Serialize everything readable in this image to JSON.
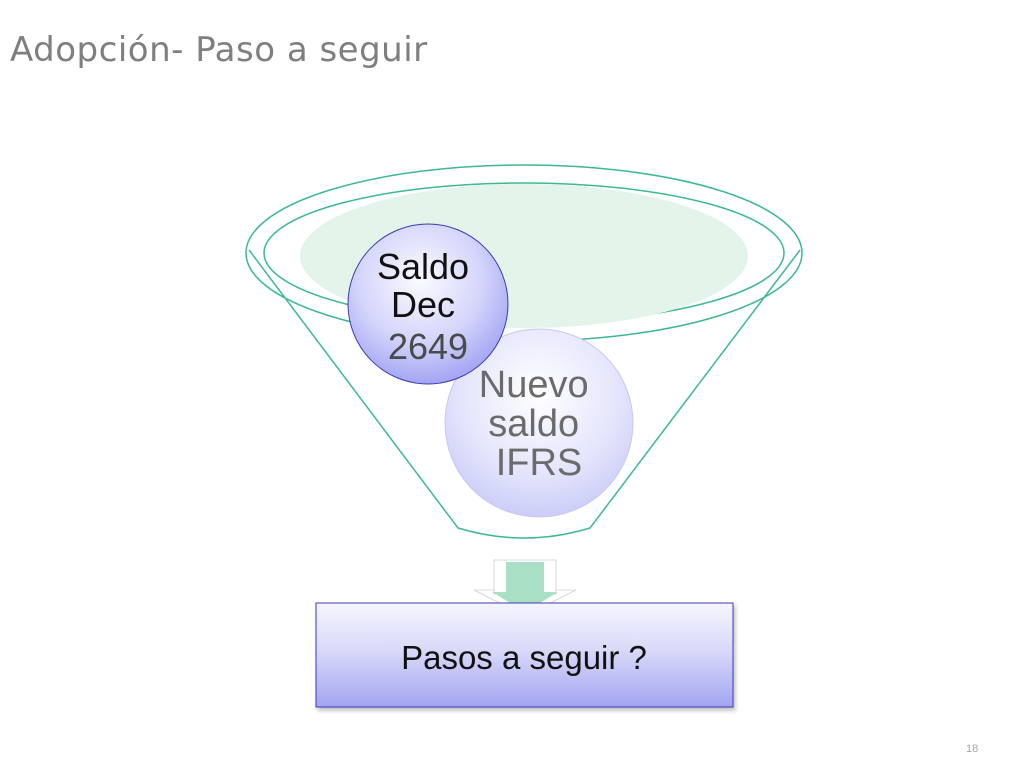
{
  "slide": {
    "title": "Adopción- Paso a seguir",
    "page_number": "18"
  },
  "funnel": {
    "circles": [
      {
        "lines": [
          "Saldo",
          "Dec",
          "2649"
        ]
      },
      {
        "lines": [
          "Nuevo",
          "saldo",
          "IFRS"
        ]
      }
    ]
  },
  "result_box": {
    "label": "Pasos a seguir ?"
  },
  "colors": {
    "funnel_outline": "#3cb894",
    "funnel_fill": "#e3f4ea",
    "circle_fill_top": "#f4f4ff",
    "circle_fill_bottom": "#9a9cf2",
    "arrow": "#a9dfc4",
    "box_border": "#3b3bb5",
    "title": "#7f7f7f"
  }
}
